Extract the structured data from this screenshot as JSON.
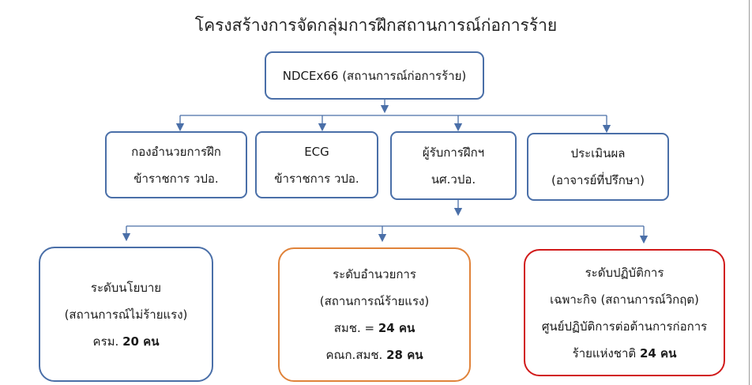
{
  "title": "โครงสร้างการจัดกลุ่มการฝึกสถานการณ์ก่อการร้าย",
  "colors": {
    "connector": "#4a6fa8",
    "box_border": "#4a6fa8",
    "orange": "#e0833a",
    "red": "#d11a1a"
  },
  "root": {
    "label": "NDCEx66 (สถานการณ์ก่อการร้าย)"
  },
  "middle": [
    {
      "line1": "กองอำนวยการฝึก",
      "line2": "ข้าราชการ วปอ."
    },
    {
      "line1": "ECG",
      "line2": "ข้าราชการ วปอ."
    },
    {
      "line1": "ผู้รับการฝึกฯ",
      "line2": "นศ.วปอ."
    },
    {
      "line1": "ประเมินผล",
      "line2": "(อาจารย์ที่ปรึกษา)"
    }
  ],
  "levels": [
    {
      "title": "ระดับนโยบาย",
      "subtitle": "(สถานการณ์ไม่ร้ายแรง)",
      "count_label": "ครม.",
      "count": "20 คน"
    },
    {
      "title": "ระดับอำนวยการ",
      "subtitle": "(สถานการณ์ร้ายแรง)",
      "count1_label": "สมช. =",
      "count1": "24 คน",
      "count2_label": "คณก.สมช.",
      "count2": "28 คน"
    },
    {
      "title": "ระดับปฏิบัติการ",
      "subtitle": "เฉพาะกิจ (สถานการณ์วิกฤต)",
      "line3": "ศูนย์ปฏิบัติการต่อต้านการก่อการ",
      "count_label": "ร้ายแห่งชาติ",
      "count": "24 คน"
    }
  ]
}
